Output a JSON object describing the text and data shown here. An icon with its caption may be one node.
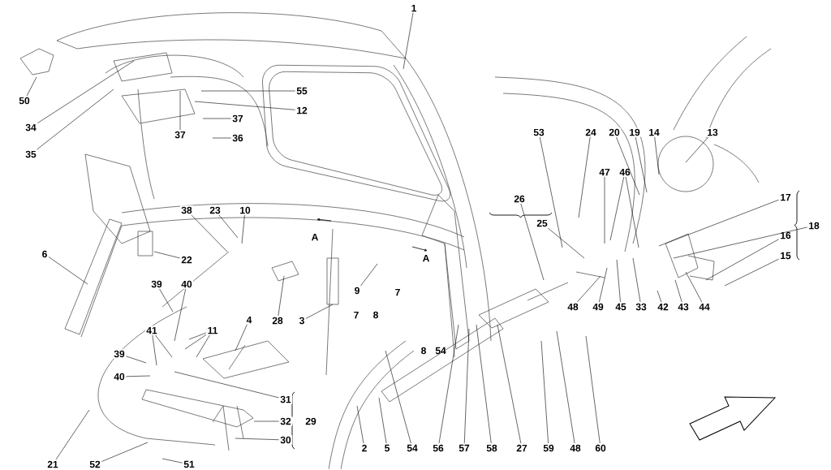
{
  "diagram": {
    "nodes": [
      {
        "text": [
          "1"
        ]
      },
      {
        "text": [
          "50"
        ]
      },
      {
        "text": [
          "55"
        ]
      },
      {
        "text": [
          "12"
        ]
      },
      {
        "text": [
          "37"
        ]
      },
      {
        "text": [
          "34"
        ]
      },
      {
        "text": [
          "53"
        ]
      },
      {
        "text": [
          "24"
        ]
      },
      {
        "text": [
          "20"
        ]
      },
      {
        "text": [
          "19"
        ]
      },
      {
        "text": [
          "14"
        ]
      },
      {
        "text": [
          "13"
        ]
      },
      {
        "text": [
          "37"
        ]
      },
      {
        "text": [
          "36"
        ]
      },
      {
        "text": [
          "35"
        ]
      },
      {
        "text": [
          "47"
        ]
      },
      {
        "text": [
          "46"
        ]
      },
      {
        "text": [
          "17"
        ]
      },
      {
        "text": [
          "26"
        ]
      },
      {
        "text": [
          "38"
        ]
      },
      {
        "text": [
          "23"
        ]
      },
      {
        "text": [
          "10"
        ]
      },
      {
        "text": [
          "25"
        ]
      },
      {
        "text": [
          "18"
        ]
      },
      {
        "text": [
          "16"
        ]
      },
      {
        "text": [
          "6"
        ]
      },
      {
        "text": [
          "15"
        ]
      },
      {
        "text": [
          "22"
        ]
      },
      {
        "text": [
          "39"
        ]
      },
      {
        "text": [
          "40"
        ]
      },
      {
        "text": [
          "9"
        ]
      },
      {
        "text": [
          "48"
        ]
      },
      {
        "text": [
          "49"
        ]
      },
      {
        "text": [
          "45"
        ]
      },
      {
        "text": [
          "33"
        ]
      },
      {
        "text": [
          "42"
        ]
      },
      {
        "text": [
          "43"
        ]
      },
      {
        "text": [
          "44"
        ]
      },
      {
        "text": [
          "4"
        ]
      },
      {
        "text": [
          "28"
        ]
      },
      {
        "text": [
          "3"
        ]
      },
      {
        "text": [
          "41"
        ]
      },
      {
        "text": [
          "11"
        ]
      },
      {
        "text": [
          "39"
        ]
      },
      {
        "text": [
          "40"
        ]
      },
      {
        "text": [
          "31"
        ]
      },
      {
        "text": [
          "32"
        ]
      },
      {
        "text": [
          "30"
        ]
      },
      {
        "text": [
          "2"
        ]
      },
      {
        "text": [
          "5"
        ]
      },
      {
        "text": [
          "54"
        ]
      },
      {
        "text": [
          "56"
        ]
      },
      {
        "text": [
          "57"
        ]
      },
      {
        "text": [
          "58"
        ]
      },
      {
        "text": [
          "27"
        ]
      },
      {
        "text": [
          "59"
        ]
      },
      {
        "text": [
          "48"
        ]
      },
      {
        "text": [
          "60"
        ]
      },
      {
        "text": [
          "21"
        ]
      },
      {
        "text": [
          "52"
        ]
      },
      {
        "text": [
          "51"
        ]
      }
    ],
    "edges": [
      {
        "from": 0,
        "to": null,
        "arrow": "none"
      },
      {
        "from": 1,
        "to": null,
        "arrow": "none"
      },
      {
        "from": 2,
        "to": null,
        "arrow": "none"
      },
      {
        "from": 3,
        "to": null,
        "arrow": "none"
      },
      {
        "from": 4,
        "to": null,
        "arrow": "none"
      },
      {
        "from": 5,
        "to": null,
        "arrow": "none"
      },
      {
        "from": 6,
        "to": null,
        "arrow": "none"
      },
      {
        "from": 7,
        "to": null,
        "arrow": "none"
      },
      {
        "from": 8,
        "to": null,
        "arrow": "none"
      },
      {
        "from": 9,
        "to": null,
        "arrow": "none"
      },
      {
        "from": 10,
        "to": null,
        "arrow": "none"
      },
      {
        "from": 11,
        "to": null,
        "arrow": "none"
      },
      {
        "from": 12,
        "to": null,
        "arrow": "none"
      },
      {
        "from": 13,
        "to": null,
        "arrow": "none"
      },
      {
        "from": 14,
        "to": null,
        "arrow": "none"
      },
      {
        "from": 15,
        "to": null,
        "arrow": "none"
      },
      {
        "from": 16,
        "to": null,
        "arrow": "none"
      },
      {
        "from": 16,
        "to": null,
        "arrow": "none"
      },
      {
        "from": 17,
        "to": null,
        "arrow": "none"
      },
      {
        "from": 18,
        "to": null,
        "arrow": "none"
      },
      {
        "from": 19,
        "to": null,
        "arrow": "none"
      },
      {
        "from": 20,
        "to": null,
        "arrow": "none"
      },
      {
        "from": 21,
        "to": null,
        "arrow": "none"
      },
      {
        "from": 22,
        "to": null,
        "arrow": "none"
      },
      {
        "from": 23,
        "to": null,
        "arrow": "none"
      },
      {
        "from": 24,
        "to": null,
        "arrow": "none"
      },
      {
        "from": 25,
        "to": null,
        "arrow": "none"
      },
      {
        "from": 26,
        "to": null,
        "arrow": "none"
      },
      {
        "from": 27,
        "to": null,
        "arrow": "none"
      },
      {
        "from": 28,
        "to": null,
        "arrow": "none"
      },
      {
        "from": 29,
        "to": null,
        "arrow": "none"
      },
      {
        "from": 30,
        "to": null,
        "arrow": "none"
      },
      {
        "from": 31,
        "to": null,
        "arrow": "none"
      },
      {
        "from": 32,
        "to": null,
        "arrow": "none"
      },
      {
        "from": 33,
        "to": null,
        "arrow": "none"
      },
      {
        "from": 34,
        "to": null,
        "arrow": "none"
      },
      {
        "from": 35,
        "to": null,
        "arrow": "none"
      },
      {
        "from": 36,
        "to": null,
        "arrow": "none"
      },
      {
        "from": 37,
        "to": null,
        "arrow": "none"
      },
      {
        "from": 38,
        "to": null,
        "arrow": "none"
      },
      {
        "from": 39,
        "to": null,
        "arrow": "none"
      },
      {
        "from": 40,
        "to": null,
        "arrow": "none"
      },
      {
        "from": 41,
        "to": null,
        "arrow": "none"
      },
      {
        "from": 41,
        "to": null,
        "arrow": "none"
      },
      {
        "from": 42,
        "to": null,
        "arrow": "none"
      },
      {
        "from": 42,
        "to": null,
        "arrow": "none"
      },
      {
        "from": 42,
        "to": null,
        "arrow": "none"
      },
      {
        "from": 43,
        "to": null,
        "arrow": "none"
      },
      {
        "from": 44,
        "to": null,
        "arrow": "none"
      },
      {
        "from": 45,
        "to": null,
        "arrow": "none"
      },
      {
        "from": 46,
        "to": null,
        "arrow": "none"
      },
      {
        "from": 47,
        "to": null,
        "arrow": "none"
      },
      {
        "from": 48,
        "to": null,
        "arrow": "none"
      },
      {
        "from": 49,
        "to": null,
        "arrow": "none"
      },
      {
        "from": 50,
        "to": null,
        "arrow": "none"
      },
      {
        "from": 51,
        "to": null,
        "arrow": "none"
      },
      {
        "from": 52,
        "to": null,
        "arrow": "none"
      },
      {
        "from": 53,
        "to": null,
        "arrow": "none"
      },
      {
        "from": 54,
        "to": null,
        "arrow": "none"
      },
      {
        "from": 55,
        "to": null,
        "arrow": "none"
      },
      {
        "from": 56,
        "to": null,
        "arrow": "none"
      },
      {
        "from": 57,
        "to": null,
        "arrow": "none"
      },
      {
        "from": 58,
        "to": null,
        "arrow": "none"
      },
      {
        "from": 59,
        "to": null,
        "arrow": "none"
      },
      {
        "from": 60,
        "to": null,
        "arrow": "none"
      }
    ],
    "labels": [
      "A",
      "A",
      "7",
      "7",
      "8",
      "8",
      "54",
      "29"
    ]
  }
}
